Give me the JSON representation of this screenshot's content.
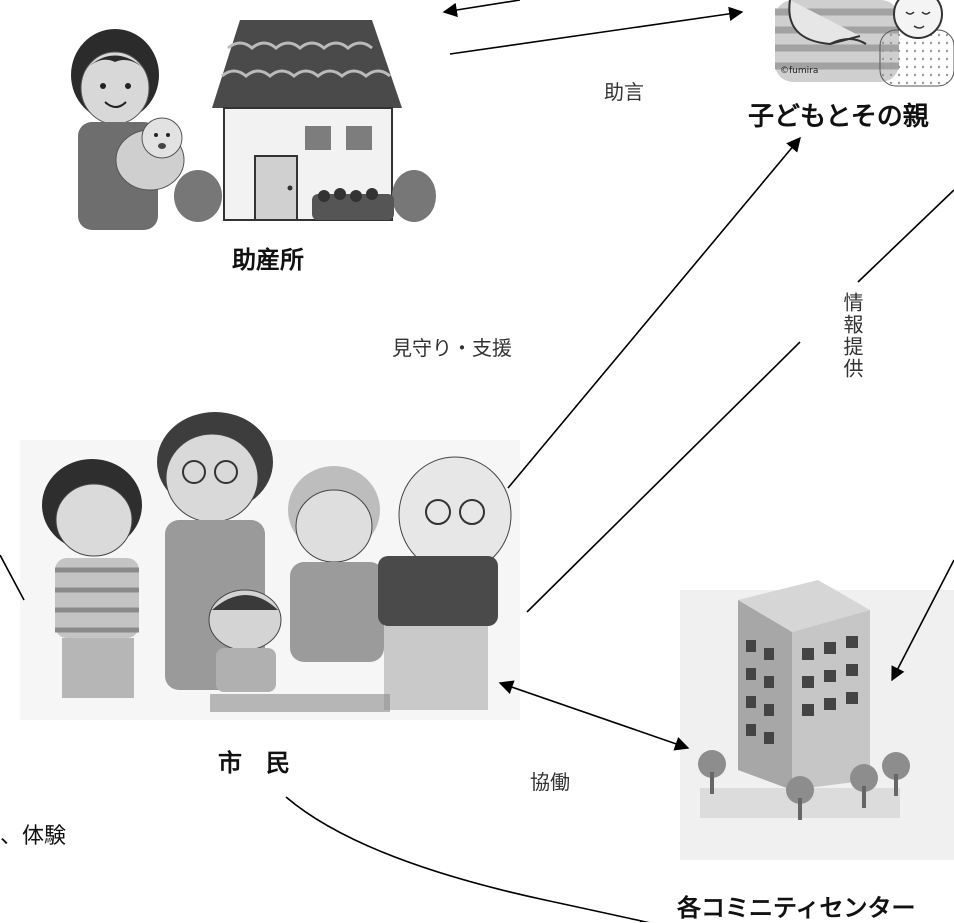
{
  "nodes": {
    "midwife": {
      "label": "助産所"
    },
    "parents": {
      "label": "子どもとその親",
      "credit": "©fumira"
    },
    "citizens": {
      "label": "市　民"
    },
    "community_center": {
      "label": "各コミニティセンター"
    }
  },
  "edges": {
    "advice": "助言",
    "watch_support": "見守り・支援",
    "info": "情報提供",
    "collab": "協働",
    "experience_fragment": "、体験"
  }
}
